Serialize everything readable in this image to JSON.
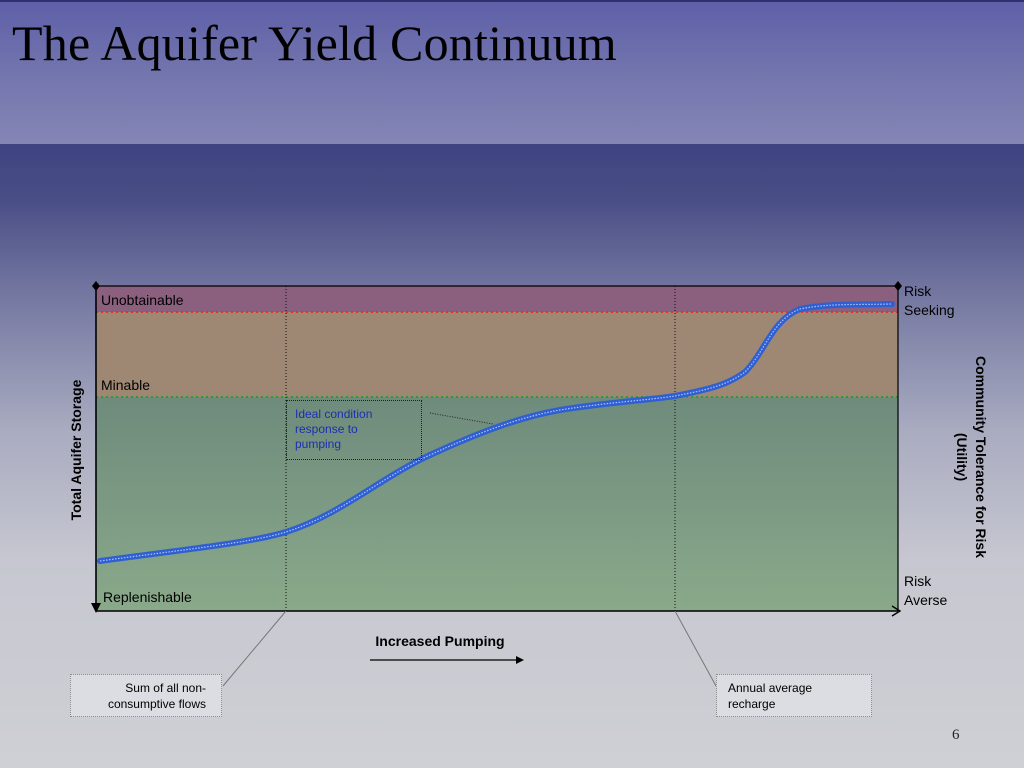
{
  "slide": {
    "title": "The Aquifer Yield Continuum",
    "page_number": "6"
  },
  "zones": {
    "unobtainable": "Unobtainable",
    "minable": "Minable",
    "replenishable": "Replenishable"
  },
  "axes": {
    "y_label": "Total Aquifer Storage",
    "x_label": "Increased Pumping",
    "right_label_line1": "Community Tolerance for Risk",
    "right_label_line2": "(Utility)",
    "risk_top_line1": "Risk",
    "risk_top_line2": "Seeking",
    "risk_bottom_line1": "Risk",
    "risk_bottom_line2": "Averse"
  },
  "callouts": {
    "ideal_line1": "Ideal condition",
    "ideal_line2": "response to",
    "ideal_line3": "pumping",
    "nonconsumptive_line1": "Sum of all non-",
    "nonconsumptive_line2": "consumptive flows",
    "recharge_line1": "Annual average",
    "recharge_line2": "recharge"
  },
  "colors": {
    "unobtainable_zone": "#8b607f",
    "minable_zone": "#9e8873",
    "replenishable_top": "#6e8b7c",
    "replenishable_bottom": "#8aa98a",
    "curve": "#2f5fd0",
    "unobtainable_line": "#e03030",
    "minable_line": "#2a9a3a"
  }
}
